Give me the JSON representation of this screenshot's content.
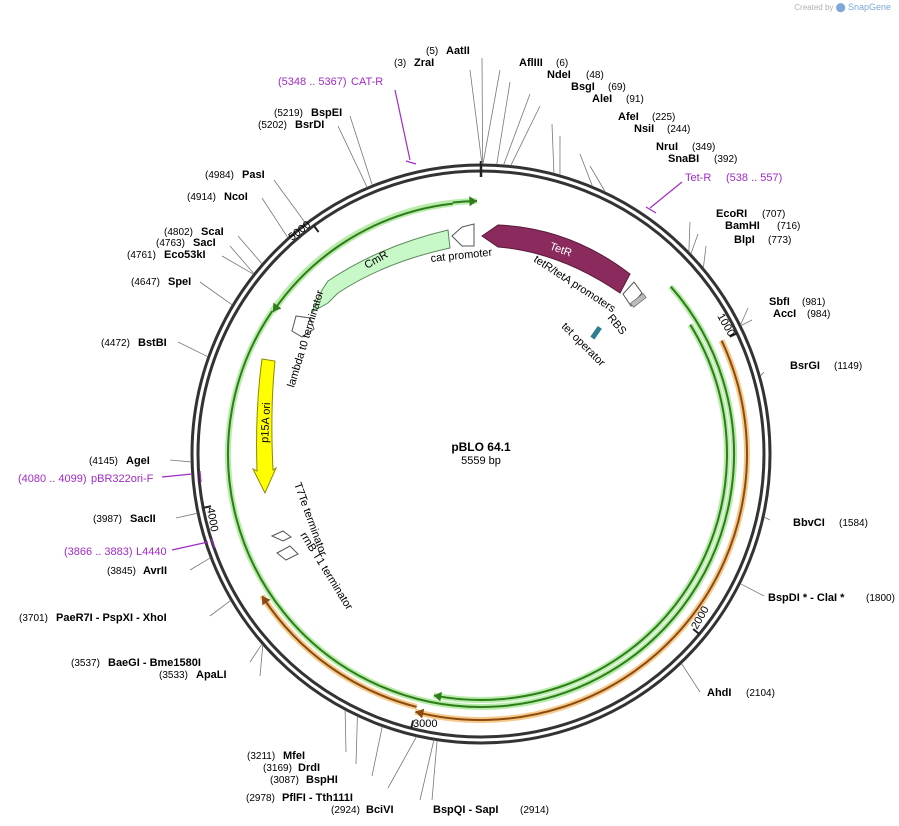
{
  "watermark": {
    "prefix": "Created by",
    "brand": "SnapGene"
  },
  "plasmid": {
    "name": "pBLO 64.1",
    "length_label": "5559 bp",
    "length": 5559
  },
  "tick_marks": [
    {
      "pos": 1000,
      "label": "1000"
    },
    {
      "pos": 2000,
      "label": "2000"
    },
    {
      "pos": 3000,
      "label": "3000"
    },
    {
      "pos": 4000,
      "label": "4000"
    },
    {
      "pos": 5000,
      "label": "5000"
    }
  ],
  "sites": [
    {
      "pos": 5,
      "name": "AatII",
      "pos_label": "(5)"
    },
    {
      "pos": 3,
      "name": "ZraI",
      "pos_label": "(3)"
    },
    {
      "pos": 6,
      "name": "AflIII",
      "pos_label": "(6)"
    },
    {
      "pos": 48,
      "name": "NdeI",
      "pos_label": "(48)"
    },
    {
      "pos": 69,
      "name": "BsgI",
      "pos_label": "(69)"
    },
    {
      "pos": 91,
      "name": "AleI",
      "pos_label": "(91)"
    },
    {
      "pos": 225,
      "name": "AfeI",
      "pos_label": "(225)"
    },
    {
      "pos": 244,
      "name": "NsiI",
      "pos_label": "(244)"
    },
    {
      "pos": 349,
      "name": "NruI",
      "pos_label": "(349)"
    },
    {
      "pos": 392,
      "name": "SnaBI",
      "pos_label": "(392)"
    },
    {
      "pos": 707,
      "name": "EcoRI",
      "pos_label": "(707)"
    },
    {
      "pos": 716,
      "name": "BamHI",
      "pos_label": "(716)"
    },
    {
      "pos": 773,
      "name": "BlpI",
      "pos_label": "(773)"
    },
    {
      "pos": 981,
      "name": "SbfI",
      "pos_label": "(981)"
    },
    {
      "pos": 984,
      "name": "AccI",
      "pos_label": "(984)"
    },
    {
      "pos": 1149,
      "name": "BsrGI",
      "pos_label": "(1149)"
    },
    {
      "pos": 1584,
      "name": "BbvCI",
      "pos_label": "(1584)"
    },
    {
      "pos": 1800,
      "name": "BspDI * - ClaI *",
      "pos_label": "(1800)"
    },
    {
      "pos": 2104,
      "name": "AhdI",
      "pos_label": "(2104)"
    },
    {
      "pos": 2914,
      "name": "BspQI - SapI",
      "pos_label": "(2914)"
    },
    {
      "pos": 2924,
      "name": "BciVI",
      "pos_label": "(2924)"
    },
    {
      "pos": 2978,
      "name": "PflFI - Tth111I",
      "pos_label": "(2978)"
    },
    {
      "pos": 3087,
      "name": "BspHI",
      "pos_label": "(3087)"
    },
    {
      "pos": 3169,
      "name": "DrdI",
      "pos_label": "(3169)"
    },
    {
      "pos": 3211,
      "name": "MfeI",
      "pos_label": "(3211)"
    },
    {
      "pos": 3533,
      "name": "ApaLI",
      "pos_label": "(3533)"
    },
    {
      "pos": 3537,
      "name": "BaeGI - Bme1580I",
      "pos_label": "(3537)"
    },
    {
      "pos": 3701,
      "name": "PaeR7I - PspXI - XhoI",
      "pos_label": "(3701)"
    },
    {
      "pos": 3845,
      "name": "AvrII",
      "pos_label": "(3845)"
    },
    {
      "pos": 3987,
      "name": "SacII",
      "pos_label": "(3987)"
    },
    {
      "pos": 4145,
      "name": "AgeI",
      "pos_label": "(4145)"
    },
    {
      "pos": 4472,
      "name": "BstBI",
      "pos_label": "(4472)"
    },
    {
      "pos": 4647,
      "name": "SpeI",
      "pos_label": "(4647)"
    },
    {
      "pos": 4761,
      "name": "Eco53kI",
      "pos_label": "(4761)"
    },
    {
      "pos": 4763,
      "name": "SacI",
      "pos_label": "(4763)"
    },
    {
      "pos": 4802,
      "name": "ScaI",
      "pos_label": "(4802)"
    },
    {
      "pos": 4914,
      "name": "NcoI",
      "pos_label": "(4914)"
    },
    {
      "pos": 4984,
      "name": "PasI",
      "pos_label": "(4984)"
    },
    {
      "pos": 5202,
      "name": "BsrDI",
      "pos_label": "(5202)"
    },
    {
      "pos": 5219,
      "name": "BspEI",
      "pos_label": "(5219)"
    }
  ],
  "primers": [
    {
      "name": "CAT-R",
      "range_label": "(5348 .. 5367)"
    },
    {
      "name": "Tet-R",
      "range_label": "(538 .. 557)"
    },
    {
      "name": "pBR322ori-F",
      "range_label": "(4080 .. 4099)"
    },
    {
      "name": "L4440",
      "range_label": "(3866 .. 3883)"
    }
  ],
  "features": [
    {
      "name": "TetR",
      "type": "cds",
      "color": "#8b2a5c"
    },
    {
      "name": "tetR/tetA promoters",
      "type": "promoter"
    },
    {
      "name": "RBS",
      "type": "rbs"
    },
    {
      "name": "tet operator",
      "type": "operator",
      "color": "#2e7e8f"
    },
    {
      "name": "CmR",
      "type": "cds",
      "color": "#c8f7c8"
    },
    {
      "name": "cat promoter",
      "type": "promoter"
    },
    {
      "name": "lambda t0 terminator",
      "type": "terminator"
    },
    {
      "name": "p15A ori",
      "type": "origin",
      "color": "#ffff00"
    },
    {
      "name": "T7Te terminator",
      "type": "terminator"
    },
    {
      "name": "rrnB T1 terminator",
      "type": "terminator"
    }
  ],
  "colors": {
    "backbone": "#333333",
    "primer": "#a12bc7",
    "orf_green": "#2e7d1a",
    "orf_green_glow": "#b8ecaa",
    "orf_orange": "#8a4a10",
    "orf_orange_glow": "#f5c98a"
  }
}
